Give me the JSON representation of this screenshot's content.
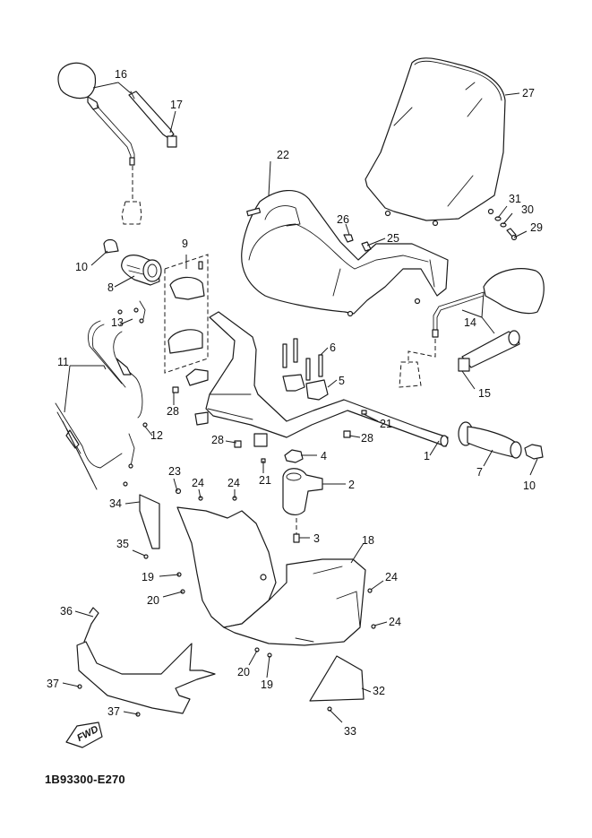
{
  "diagram": {
    "title_code": "1B93300-E270",
    "direction_marker": "FWD",
    "callouts": [
      {
        "id": "c1",
        "label": "1",
        "part": "handlebar"
      },
      {
        "id": "c2",
        "label": "2",
        "part": "handle-crown"
      },
      {
        "id": "c3",
        "label": "3",
        "part": "crown-plug"
      },
      {
        "id": "c4",
        "label": "4",
        "part": "nut"
      },
      {
        "id": "c5",
        "label": "5",
        "part": "upper-handlebar-holder"
      },
      {
        "id": "c6",
        "label": "6",
        "part": "holder-bolt"
      },
      {
        "id": "c7",
        "label": "7",
        "part": "grip-right"
      },
      {
        "id": "c8",
        "label": "8",
        "part": "throttle-grip"
      },
      {
        "id": "c9",
        "label": "9",
        "part": "throttle-housing-set"
      },
      {
        "id": "c10a",
        "label": "10",
        "part": "bar-end-weight-left"
      },
      {
        "id": "c10b",
        "label": "10",
        "part": "bar-end-weight-right"
      },
      {
        "id": "c11",
        "label": "11",
        "part": "throttle-cable-set"
      },
      {
        "id": "c12",
        "label": "12",
        "part": "screw-lower"
      },
      {
        "id": "c13",
        "label": "13",
        "part": "screw-upper"
      },
      {
        "id": "c14",
        "label": "14",
        "part": "rear-view-mirror-right"
      },
      {
        "id": "c15",
        "label": "15",
        "part": "mirror-nut-right"
      },
      {
        "id": "c16",
        "label": "16",
        "part": "rear-view-mirror-left"
      },
      {
        "id": "c17",
        "label": "17",
        "part": "mirror-nut-left"
      },
      {
        "id": "c18",
        "label": "18",
        "part": "inner-panel"
      },
      {
        "id": "c19a",
        "label": "19",
        "part": "clip-left"
      },
      {
        "id": "c19b",
        "label": "19",
        "part": "clip-bottom"
      },
      {
        "id": "c20a",
        "label": "20",
        "part": "rivet-left"
      },
      {
        "id": "c20b",
        "label": "20",
        "part": "rivet-bottom"
      },
      {
        "id": "c21a",
        "label": "21",
        "part": "screw-bar-right"
      },
      {
        "id": "c21b",
        "label": "21",
        "part": "screw-bar-center"
      },
      {
        "id": "c22",
        "label": "22",
        "part": "handlebar-cover-front"
      },
      {
        "id": "c23",
        "label": "23",
        "part": "nut-clip"
      },
      {
        "id": "c24a",
        "label": "24",
        "part": "screw-a"
      },
      {
        "id": "c24b",
        "label": "24",
        "part": "screw-b"
      },
      {
        "id": "c24c",
        "label": "24",
        "part": "screw-c"
      },
      {
        "id": "c24d",
        "label": "24",
        "part": "screw-d"
      },
      {
        "id": "c25",
        "label": "25",
        "part": "screw-cover"
      },
      {
        "id": "c26",
        "label": "26",
        "part": "nut-cover"
      },
      {
        "id": "c27",
        "label": "27",
        "part": "windshield"
      },
      {
        "id": "c28a",
        "label": "28",
        "part": "collar-left"
      },
      {
        "id": "c28b",
        "label": "28",
        "part": "collar-center"
      },
      {
        "id": "c28c",
        "label": "28",
        "part": "collar-right"
      },
      {
        "id": "c29",
        "label": "29",
        "part": "windshield-bolt"
      },
      {
        "id": "c30",
        "label": "30",
        "part": "washer"
      },
      {
        "id": "c31",
        "label": "31",
        "part": "damper"
      },
      {
        "id": "c32",
        "label": "32",
        "part": "side-cover"
      },
      {
        "id": "c33",
        "label": "33",
        "part": "side-cover-screw"
      },
      {
        "id": "c34",
        "label": "34",
        "part": "left-panel"
      },
      {
        "id": "c35",
        "label": "35",
        "part": "left-panel-screw"
      },
      {
        "id": "c36",
        "label": "36",
        "part": "front-lower-cover"
      },
      {
        "id": "c37a",
        "label": "37",
        "part": "lower-screw-a"
      },
      {
        "id": "c37b",
        "label": "37",
        "part": "lower-screw-b"
      }
    ]
  }
}
